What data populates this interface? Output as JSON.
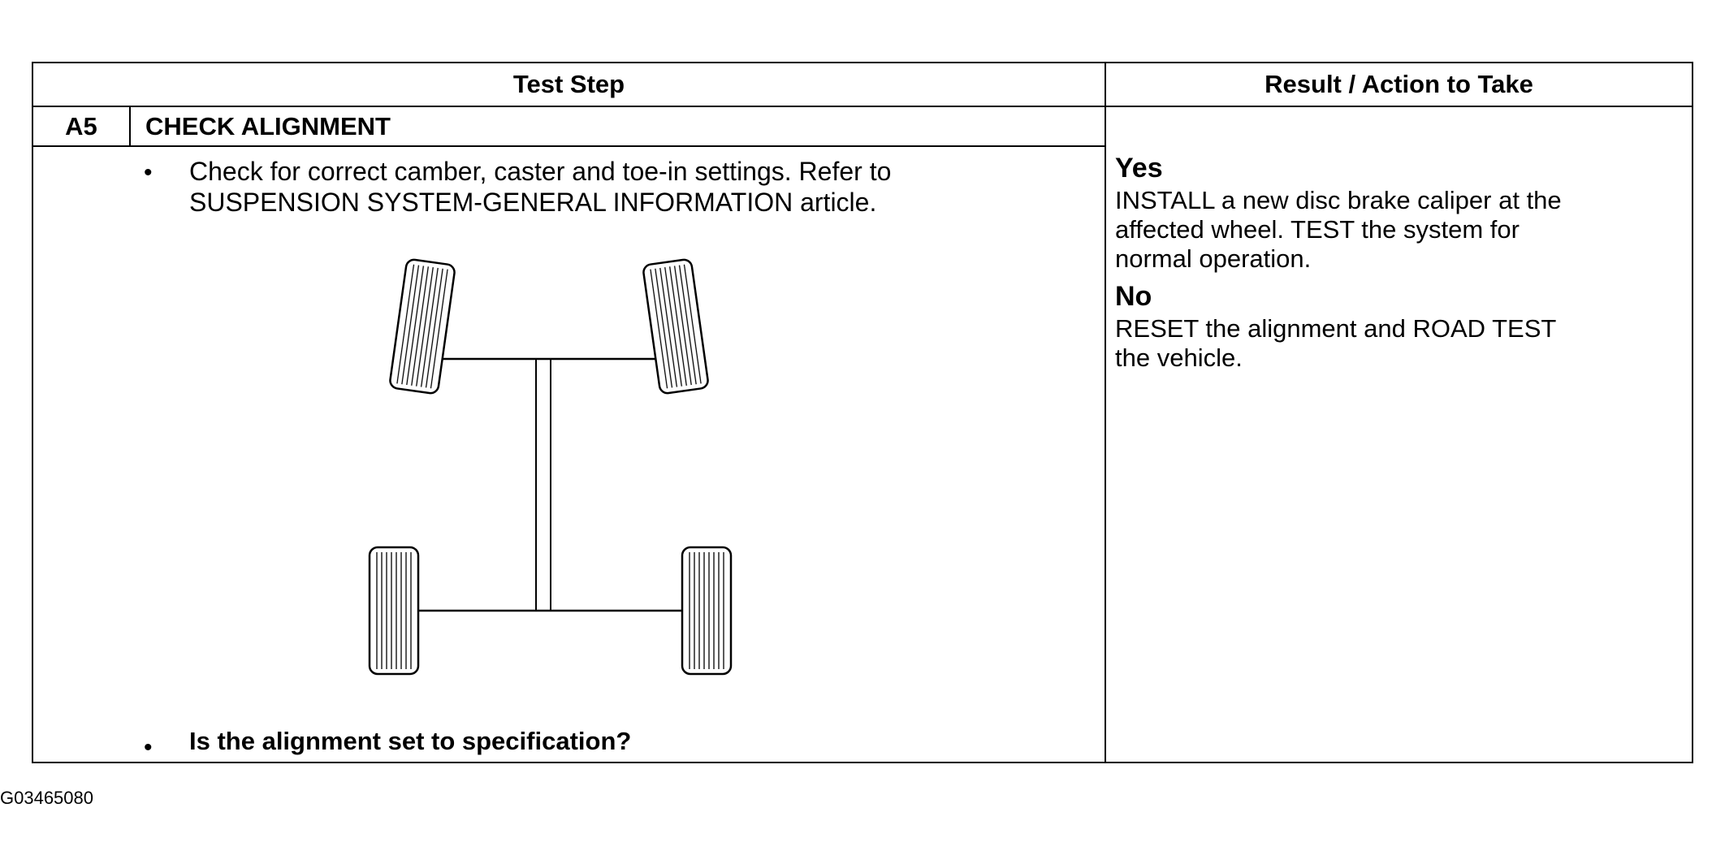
{
  "table": {
    "header": {
      "test_step": "Test Step",
      "result_action": "Result / Action to Take"
    },
    "step": {
      "id": "A5",
      "title": "CHECK ALIGNMENT",
      "instruction_line1": "Check for correct camber, caster and toe-in settings. Refer to",
      "instruction_line2": "SUSPENSION SYSTEM-GENERAL INFORMATION article.",
      "question": "Is the alignment set to specification?"
    },
    "results": {
      "yes_label": "Yes",
      "yes_line1": "INSTALL a new disc brake caliper at the",
      "yes_line2": "affected wheel. TEST the system for",
      "yes_line3": "normal operation.",
      "no_label": "No",
      "no_line1": "RESET the alignment and ROAD TEST",
      "no_line2": "the vehicle."
    }
  },
  "figure_code": "G03465080"
}
